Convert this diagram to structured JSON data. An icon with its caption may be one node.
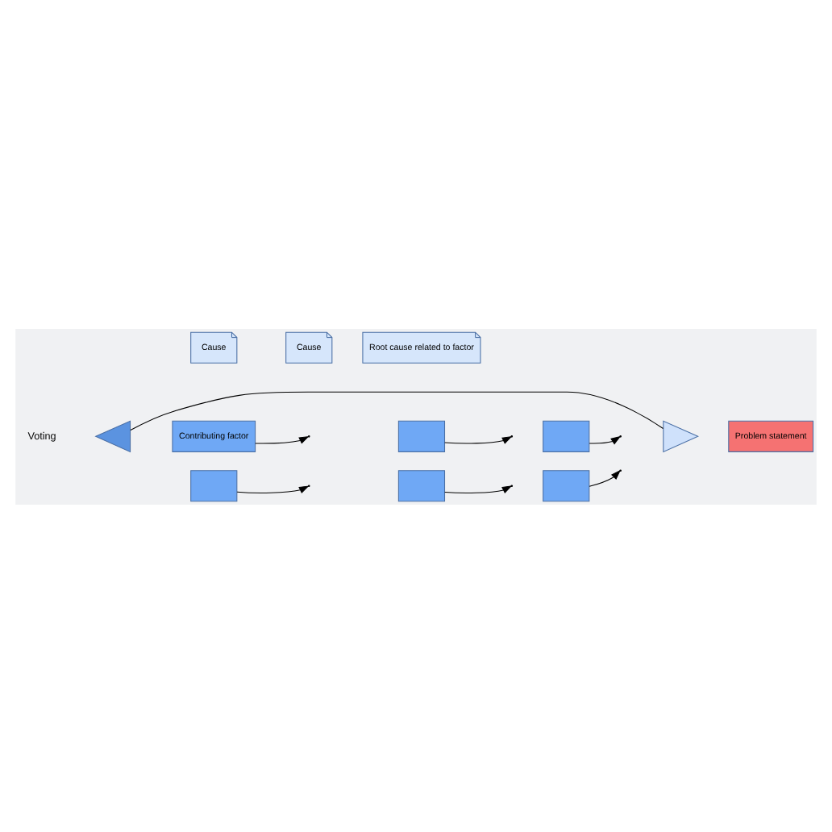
{
  "diagram": {
    "nodes": [
      {
        "text": [
          "Contributing factor"
        ]
      },
      {
        "text": [],
        "shape": "box"
      },
      {
        "text": [],
        "shape": "box"
      },
      {
        "text": [
          "Cause"
        ]
      },
      {
        "text": [
          "Cause"
        ]
      },
      {
        "text": [
          "Root cause related to factor"
        ]
      },
      {
        "text": [],
        "shape": "triangle"
      },
      {
        "text": [],
        "shape": "triangle"
      },
      {
        "text": [
          "Problem statement"
        ]
      },
      {
        "text": [],
        "shape": "box"
      },
      {
        "text": [],
        "shape": "box"
      },
      {
        "text": [],
        "shape": "box"
      }
    ],
    "edges": [
      {
        "from": 6,
        "to": 7,
        "arrow": "none"
      },
      {
        "from": 0,
        "to": null,
        "arrow": "to"
      },
      {
        "from": 1,
        "to": null,
        "arrow": "to"
      },
      {
        "from": 2,
        "to": null,
        "arrow": "to"
      },
      {
        "from": 9,
        "to": null,
        "arrow": "to"
      },
      {
        "from": 10,
        "to": null,
        "arrow": "to"
      },
      {
        "from": 11,
        "to": null,
        "arrow": "to"
      }
    ],
    "labels": [
      "Voting"
    ]
  }
}
